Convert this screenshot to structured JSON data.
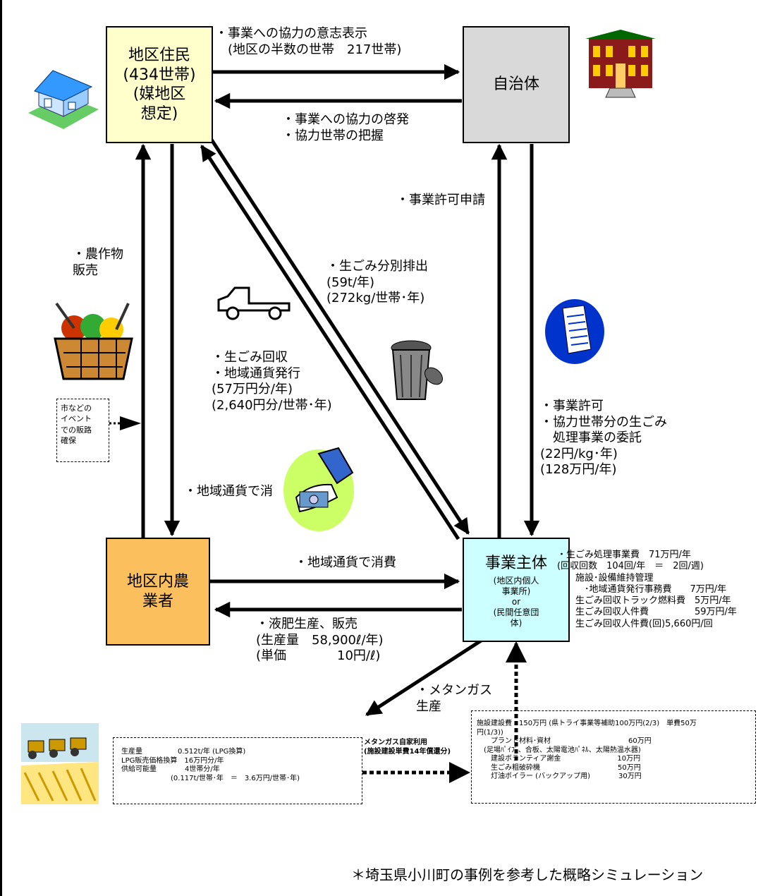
{
  "nodes": {
    "residents": "地区住民\n(434世帯)\n(媒地区\n想定)",
    "municipality": "自治体",
    "farmers": "地区内農\n業者",
    "operator_title": "事業主体",
    "operator_sub": "(地区内個人\n事業所)\nor\n(民間任意団\n体)"
  },
  "flows": {
    "res_to_muni": "・事業への協力の意志表示\n　(地区の半数の世帯　217世帯)",
    "muni_to_res": "・事業への協力の啓発\n・協力世帯の把握",
    "permit_request": "・事業許可申請",
    "crop_sales": "・農作物\n販売",
    "garbage_out": "・生ごみ分別排出\n(59t/年)\n(272kg/世帯･年)",
    "garbage_collect": "・生ごみ回収\n・地域通貨発行\n(57万円分/年)\n(2,640円分/世帯･年)",
    "permit": "・事業許可\n・協力世帯分の生ごみ\n　処理事業の委託\n(22円/kg･年)\n(128万円/年)",
    "local_currency_res": "・地域通貨で消",
    "local_currency_farm": "・地域通貨で消費",
    "fertilizer": "・液肥生産、販売\n(生産量　58,900ℓ/年)\n(単価　　　　10円/ℓ)",
    "methane": "・メタンガス\n生産",
    "event_note": "市などの\nイベント\nでの販路\n確保"
  },
  "costs": "・生ごみ処理事業費　71万円/年\n(回収回数　104回/年　＝　2回/週)\n　　施設･設備維持管理\n　　　･地域通貨発行事務費　　7万円/年\n　　生ごみ回収トラック燃料費　5万円/年\n　　生ごみ回収人件費　　　　　59万円/年\n　　生ごみ回収人件費(回)5,660円/回",
  "gas_box": "生産量　　　　　0.512t/年 (LPG換算)\nLPG販売価格換算　16万円分/年\n供給可能量　　　　4世帯分/年\n　　　　　　　(0.117t/世帯･年　＝　3.6万円/世帯･年)",
  "gas_link": "メタンガス自家利用\n(施設建設単費14年償還分)",
  "facility_box": "施設建設費　150万円 (県トライ事業等補助100万円(2/3)　単費50万\n円(1/3))\n　　プラント材料･資材　　　　　　　　　　　60万円\n　(足場ﾊﾟｲﾌﾟ、合板、太陽電池ﾊﾟﾈﾙ、太陽熱温水器)\n　　建設ボランティア謝金　　　　　　　　10万円\n　　生ごみ粗破砕機　　　　　　　　　　　50万円\n　　灯油ボイラー (バックアップ用)　　　　30万円",
  "footnote": "＊埼玉県小川町の事例を参考した概略シミュレーション",
  "colors": {
    "residents": "#FFFFCC",
    "municipality": "#D9D9D9",
    "farmers": "#FBBF5E",
    "operator": "#CCFFFF"
  },
  "icons": [
    "house-icon",
    "city-hall-icon",
    "vegetable-basket-icon",
    "truck-icon",
    "trash-can-icon",
    "document-icon",
    "money-hand-icon",
    "tractor-field-icon"
  ]
}
